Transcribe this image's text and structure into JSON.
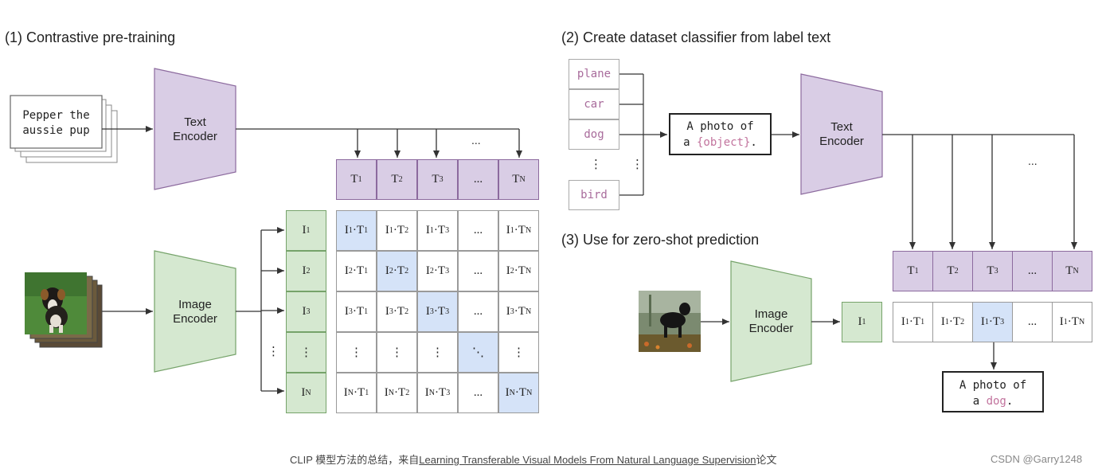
{
  "section1": {
    "title": "(1) Contrastive pre-training",
    "caption_line1": "Pepper the",
    "caption_line2": "aussie pup",
    "text_encoder": "Text\nEncoder",
    "image_encoder": "Image\nEncoder",
    "text_features": [
      "T1",
      "T2",
      "T3",
      "...",
      "TN"
    ],
    "image_features": [
      "I1",
      "I2",
      "I3",
      "⋮",
      "IN"
    ],
    "top_ellipsis": "...",
    "row_ellipsis": "⋮"
  },
  "section2": {
    "title": "(2) Create dataset classifier from label text",
    "labels": [
      "plane",
      "car",
      "dog",
      "bird"
    ],
    "label_ellipsis": "⋮",
    "label_ellipsis_right": "⋮",
    "template_line1": "A photo of",
    "template_prefix": "a ",
    "template_object": "{object}",
    "template_suffix": ".",
    "text_encoder": "Text\nEncoder",
    "top_ellipsis": "..."
  },
  "section3": {
    "title": "(3) Use for zero-shot prediction",
    "image_encoder": "Image\nEncoder",
    "image_feature": "I1",
    "text_features": [
      "T1",
      "T2",
      "T3",
      "...",
      "TN"
    ],
    "scores": [
      "I1·T1",
      "I1·T2",
      "I1·T3",
      "...",
      "I1·TN"
    ],
    "result_line1": "A photo of",
    "result_prefix": "a ",
    "result_object": "dog",
    "result_suffix": "."
  },
  "footer": {
    "caption_prefix": "CLIP 模型方法的总结，来自",
    "caption_link": "Learning Transferable Visual Models From Natural Language Supervision",
    "caption_suffix": "论文",
    "credit": "CSDN @Garry1248"
  },
  "colors": {
    "text_encoder_fill": "#d9cde5",
    "image_encoder_fill": "#d5e8d0",
    "diagonal_fill": "#d5e3f8",
    "label_text": "#c2739d"
  }
}
